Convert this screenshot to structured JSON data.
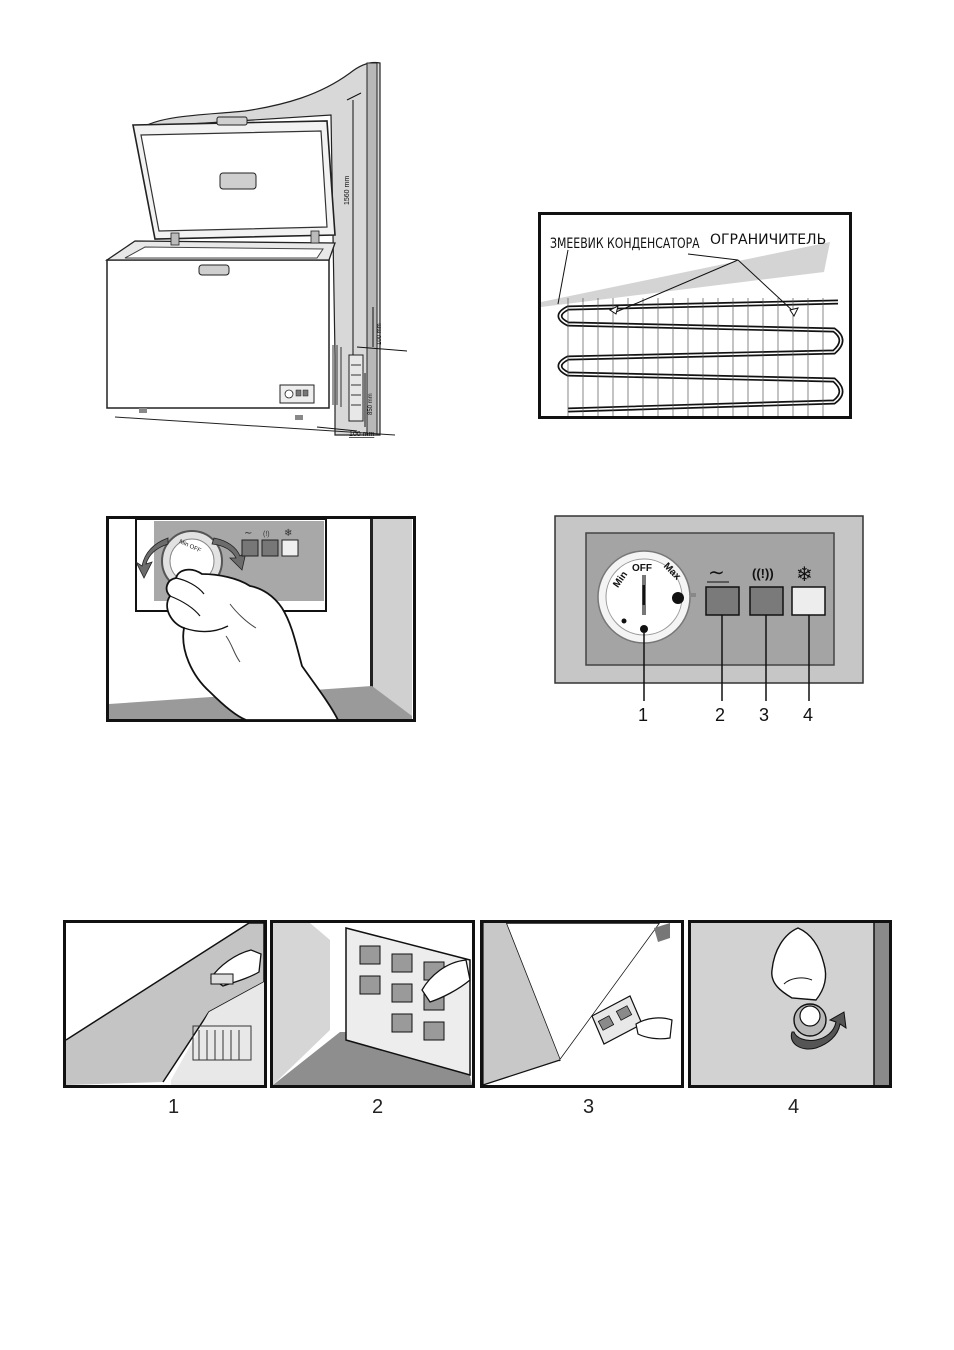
{
  "installation": {
    "dim_height": "1560 mm",
    "dim_top_clearance": "100 mm",
    "dim_back_height": "850 mm",
    "dim_bottom_clearance": "100 mm"
  },
  "condenser": {
    "label_coil": "ЗМЕЕВИК КОНДЕНСАТОРА",
    "label_limiter": "ОГРАНИЧИТЕЛЬ"
  },
  "hand_panel": {
    "knob_text": "Min OFF"
  },
  "control_panel": {
    "dial_min": "Min",
    "dial_off": "OFF",
    "dial_max": "Max",
    "callouts": [
      "1",
      "2",
      "3",
      "4"
    ],
    "indicator_colors": [
      "#7a7a7a",
      "#7a7a7a",
      "#ededed"
    ]
  },
  "defrost_steps": {
    "labels": [
      "1",
      "2",
      "3",
      "4"
    ]
  }
}
